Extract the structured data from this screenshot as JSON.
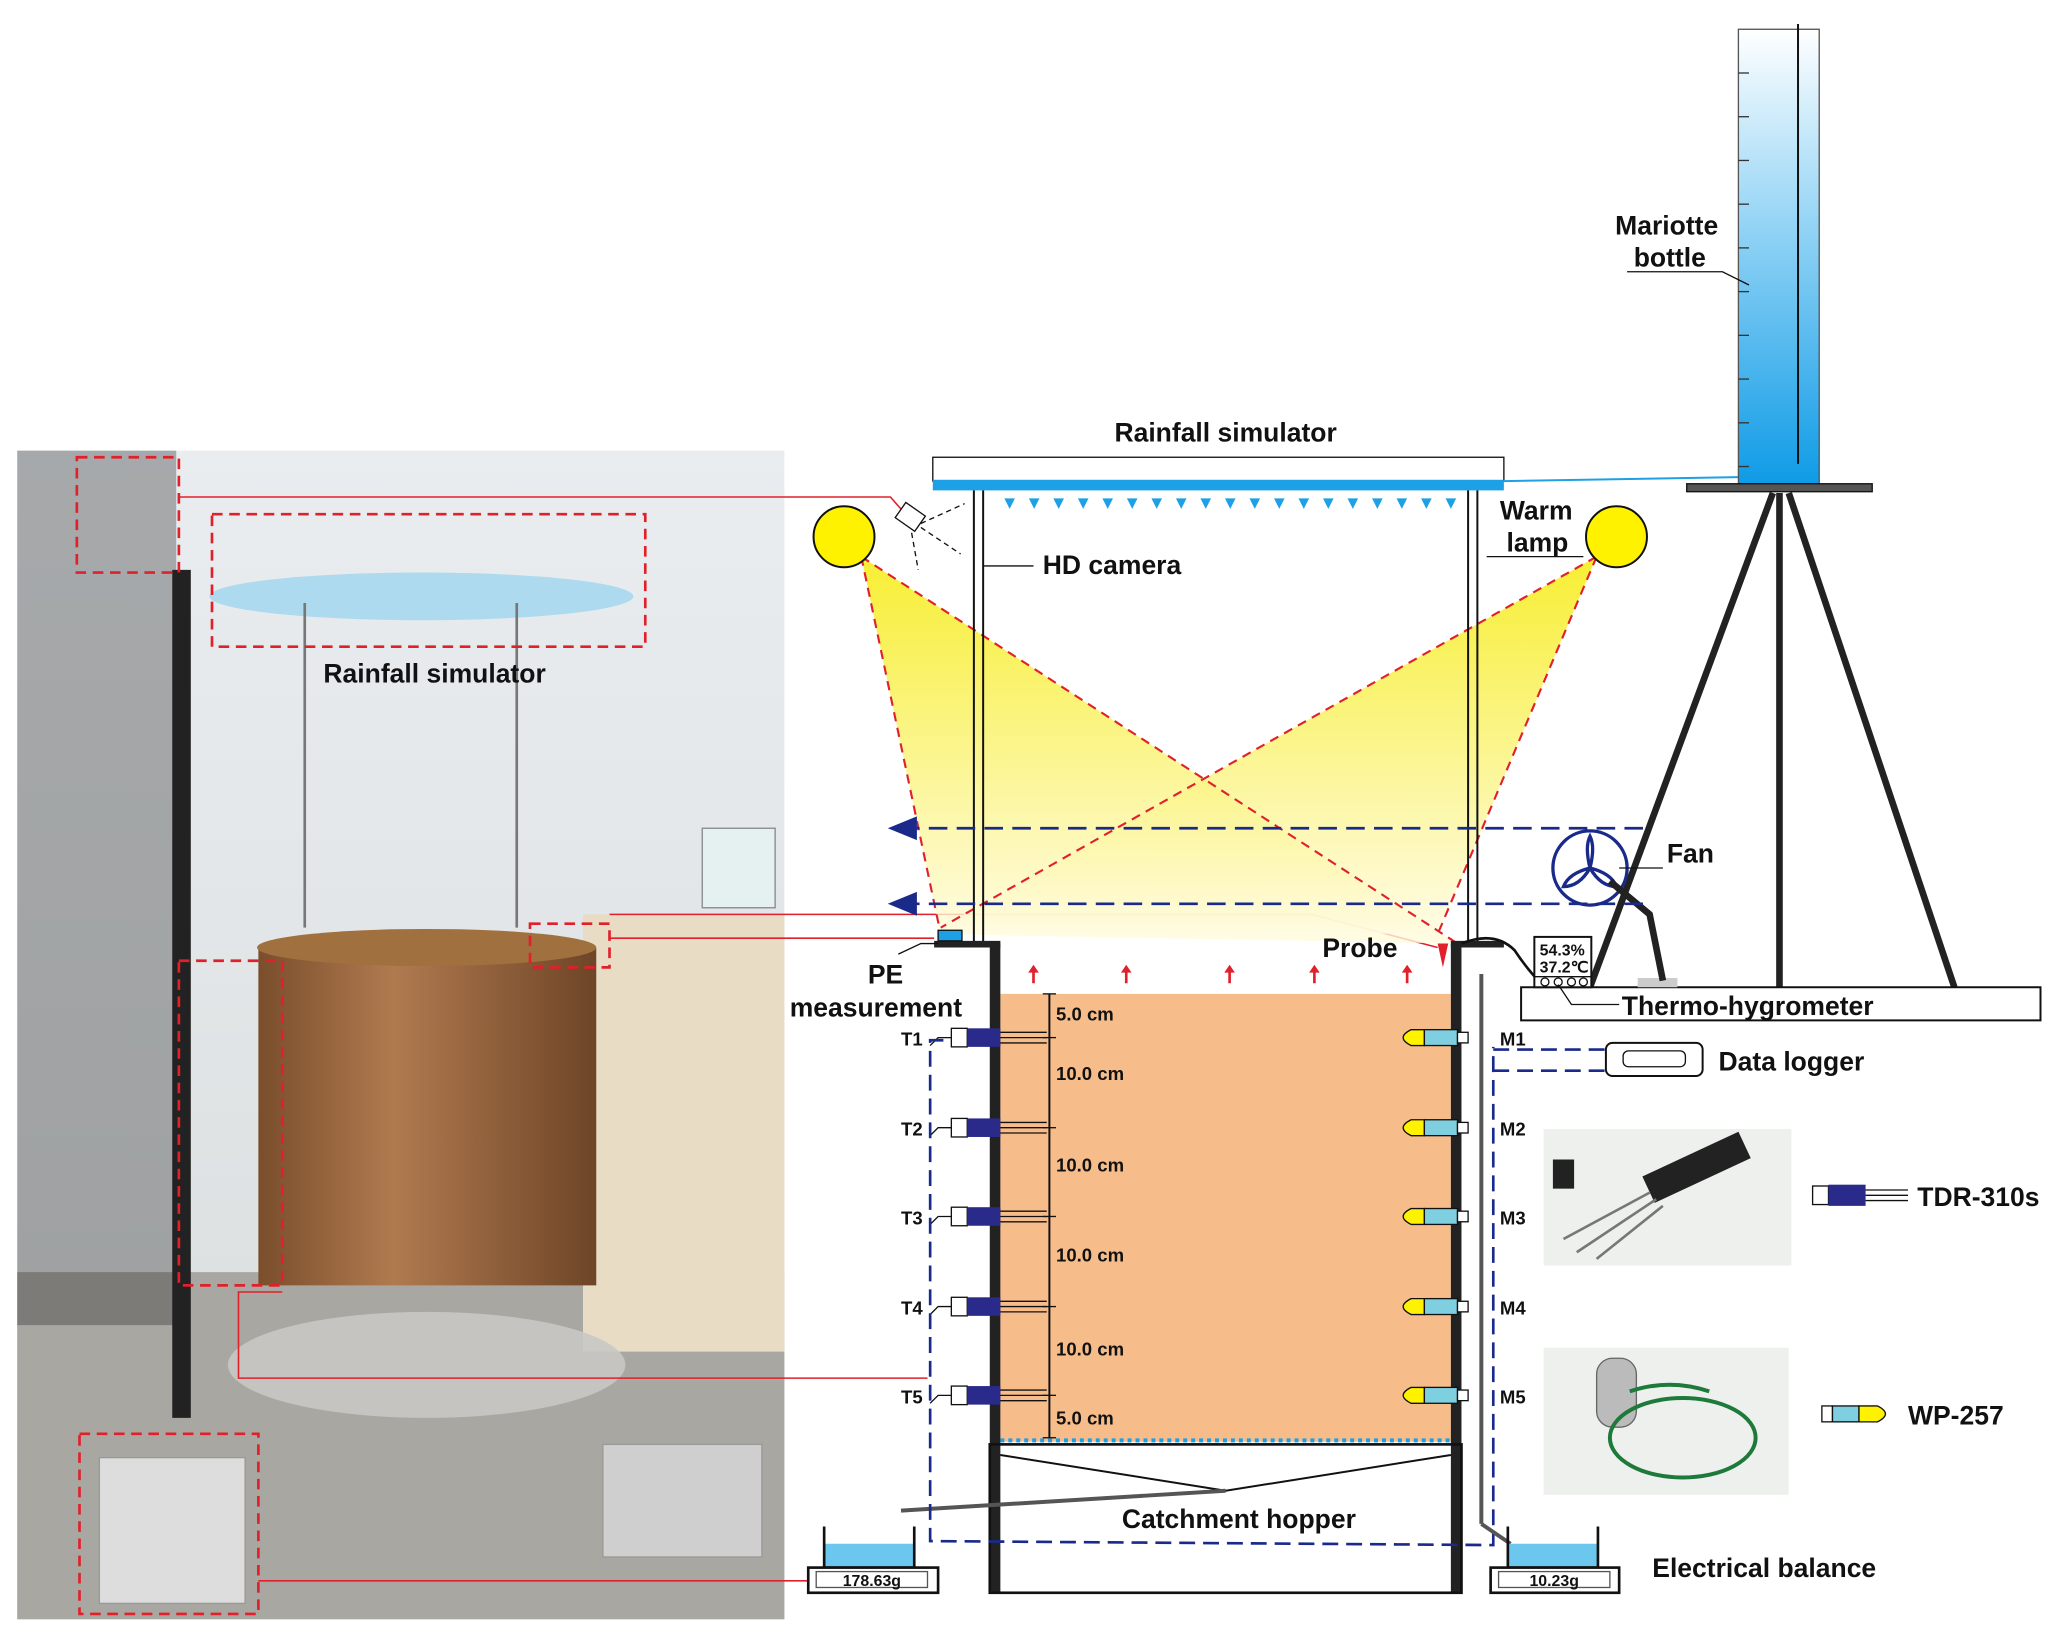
{
  "photo": {
    "label": "Rainfall simulator"
  },
  "diagram": {
    "rainfall_simulator": "Rainfall simulator",
    "hd_camera": "HD camera",
    "warm_lamp": [
      "Warm",
      "lamp"
    ],
    "mariotte_bottle": [
      "Mariotte",
      "bottle"
    ],
    "fan": "Fan",
    "probe": "Probe",
    "pe_measurement": [
      "PE",
      "measurement"
    ],
    "thermo_hygrometer": "Thermo-hygrometer",
    "humidity": "54.3%",
    "temperature": "37.2℃",
    "data_logger": "Data logger",
    "tdr": "TDR-310s",
    "wp": "WP-257",
    "catchment_hopper": "Catchment hopper",
    "electrical_balance": "Electrical balance",
    "balance_left": "178.63g",
    "balance_right": "10.23g",
    "t_sensors": [
      "T1",
      "T2",
      "T3",
      "T4",
      "T5"
    ],
    "m_sensors": [
      "M1",
      "M2",
      "M3",
      "M4",
      "M5"
    ],
    "depths": [
      "5.0 cm",
      "10.0 cm",
      "10.0 cm",
      "10.0 cm",
      "10.0 cm",
      "5.0 cm"
    ]
  },
  "colors": {
    "soil": "#f6bd8a",
    "water": "#1ea0e6",
    "lamp": "#fff200",
    "dash_red": "#e0202a",
    "dash_blue": "#1a2a8a"
  }
}
